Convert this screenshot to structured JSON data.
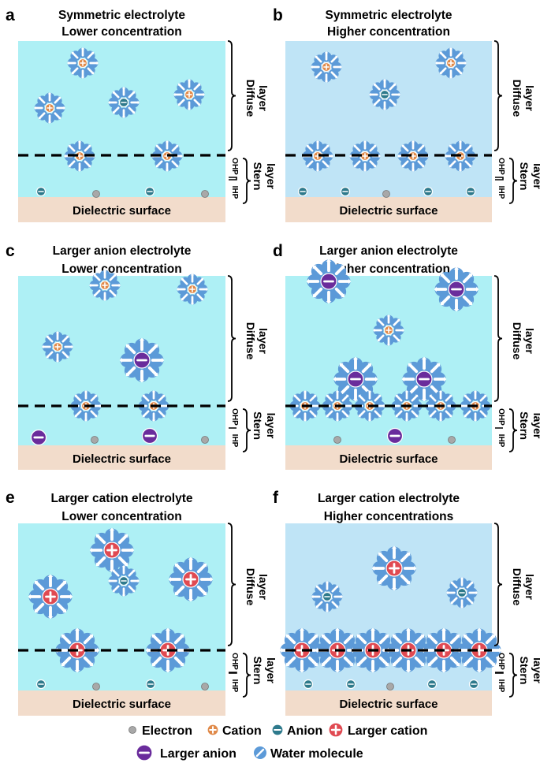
{
  "colors": {
    "panel_light": "#aef0f5",
    "panel_blue": "#bfe4f6",
    "surface": "#f2dccb",
    "cation": "#e08a4a",
    "anion": "#2e7a8c",
    "large_cation": "#e04a52",
    "large_anion": "#6a2c9c",
    "electron": "#a8a8a8",
    "water": "#5c9ad8"
  },
  "labels": {
    "surface": "Dielectric surface",
    "diffuse": "Diffuse layer",
    "stern": "Stern layer",
    "ohp": "OHP",
    "ihp": "IHP"
  },
  "panels": [
    {
      "letter": "a",
      "title1": "Symmetric electrolyte",
      "title2": "Lower concentration"
    },
    {
      "letter": "b",
      "title1": "Symmetric electrolyte",
      "title2": "Higher concentration"
    },
    {
      "letter": "c",
      "title1": "Larger anion electrolyte",
      "title2": "Lower concentration"
    },
    {
      "letter": "d",
      "title1": "Larger anion electrolyte",
      "title2": "Higher concentration"
    },
    {
      "letter": "e",
      "title1": "Larger cation electrolyte",
      "title2": "Lower concentration"
    },
    {
      "letter": "f",
      "title1": "Larger cation electrolyte",
      "title2": "Higher concentrations"
    }
  ],
  "legend": {
    "electron": "Electron",
    "cation": "Cation",
    "anion": "Anion",
    "larger_cation": "Larger cation",
    "larger_anion": "Larger anion",
    "water": "Water molecule"
  }
}
